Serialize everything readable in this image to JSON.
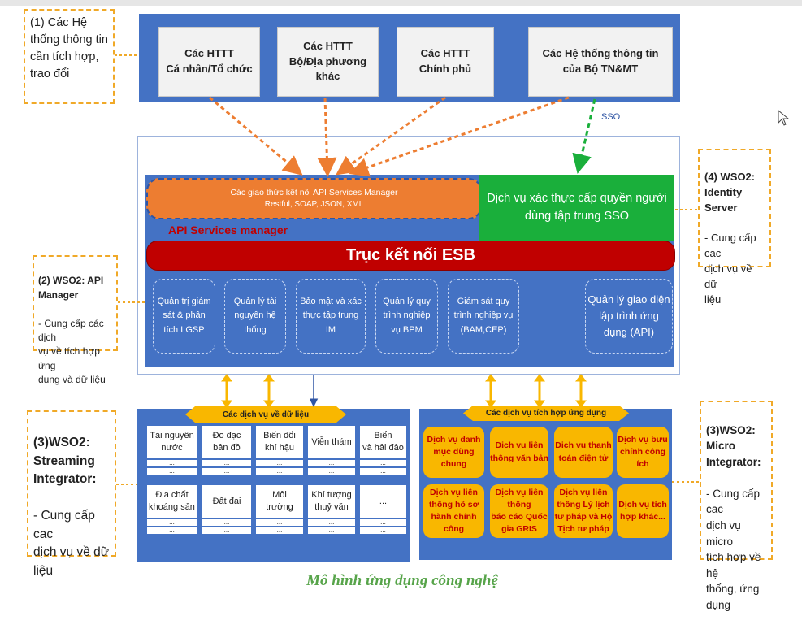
{
  "notes": {
    "n1": "(1) Các Hệ\nthống thông tin\ncần tích hợp,\ntrao đổi",
    "n2_title": "(2) WSO2: API\nManager",
    "n2_body": "- Cung cấp các dịch\nvụ về tích hợp ứng\ndụng và dữ liệu",
    "n3s_title": "(3)WSO2:\nStreaming\nIntegrator:",
    "n3s_body": "- Cung cấp cac\ndịch vụ về dữ\nliệu",
    "n4_title": "(4) WSO2:\nIdentity\nServer",
    "n4_body": "- Cung cấp cac\ndịch vụ về dữ\nliệu",
    "n3m_title": "(3)WSO2:\nMicro\nIntegrator:",
    "n3m_body": "- Cung cấp cac\ndịch vụ micro\ntích hợp về hệ\nthống, ứng\ndụng"
  },
  "systems": [
    "Các HTTT\nCá nhân/Tổ chức",
    "Các HTTT\nBộ/Địa phương\nkhác",
    "Các HTTT\nChính phủ",
    "Các Hệ thống thông tin\ncủa Bộ TN&MT"
  ],
  "sso_label": "SSO",
  "api_protocols_title": "Các giao thức kết nối API Services Manager",
  "api_protocols_list": "Restful, SOAP, JSON, XML",
  "api_services_manager": "API Services manager",
  "sso_service": "Dịch vụ xác thực cấp quyền người\ndùng tập trung SSO",
  "esb": "Trục kết nối ESB",
  "modules": [
    "Quản trị giám\nsát & phân\ntích  LGSP",
    "Quản lý tài\nnguyên hệ\nthống",
    "Bảo mật và xác\nthực tập trung\nIM",
    "Quản lý quy\ntrình nghiệp\nvụ BPM",
    "Giám sát quy\ntrình nghiệp vụ\n(BAM,CEP)",
    "Quản lý giao diện\nlập trình ứng\ndụng (API)"
  ],
  "data_services": {
    "label": "Các dịch vụ về dữ liệu",
    "row1": [
      "Tài nguyên\nnước",
      "Đo đạc\nbản đồ",
      "Biến đổi\nkhí hậu",
      "Viễn thám",
      "Biển\nvà hải đảo"
    ],
    "row2": [
      "Địa chất\nkhoáng sản",
      "Đất đai",
      "Môi\ntrường",
      "Khí tượng\nthuỷ văn",
      "..."
    ],
    "dots": "..."
  },
  "integration_services": {
    "label": "Các dịch vụ tích hợp ứng dụng",
    "items": [
      "Dịch vụ danh\nmục dùng chung",
      "Dịch vụ liên\nthông văn bản",
      "Dịch vụ thanh\ntoán điện tử",
      "Dịch vụ bưu\nchính công ích",
      "Dịch vụ liên\nthông hồ sơ\nhành chính công",
      "Dịch vụ liên\nthống\nbáo cáo Quốc\ngia GRIS",
      "Dịch vụ liên\nthông Lý lịch\ntư pháp và Hộ\nTịch tư pháp",
      "Dịch vụ tích\nhợp khác..."
    ]
  },
  "caption": "Mô hình ứng dụng công nghệ",
  "colors": {
    "blue": "#4472c4",
    "orange": "#ed7d31",
    "green": "#1aaf3b",
    "red": "#c00000",
    "amber": "#f9b700"
  }
}
